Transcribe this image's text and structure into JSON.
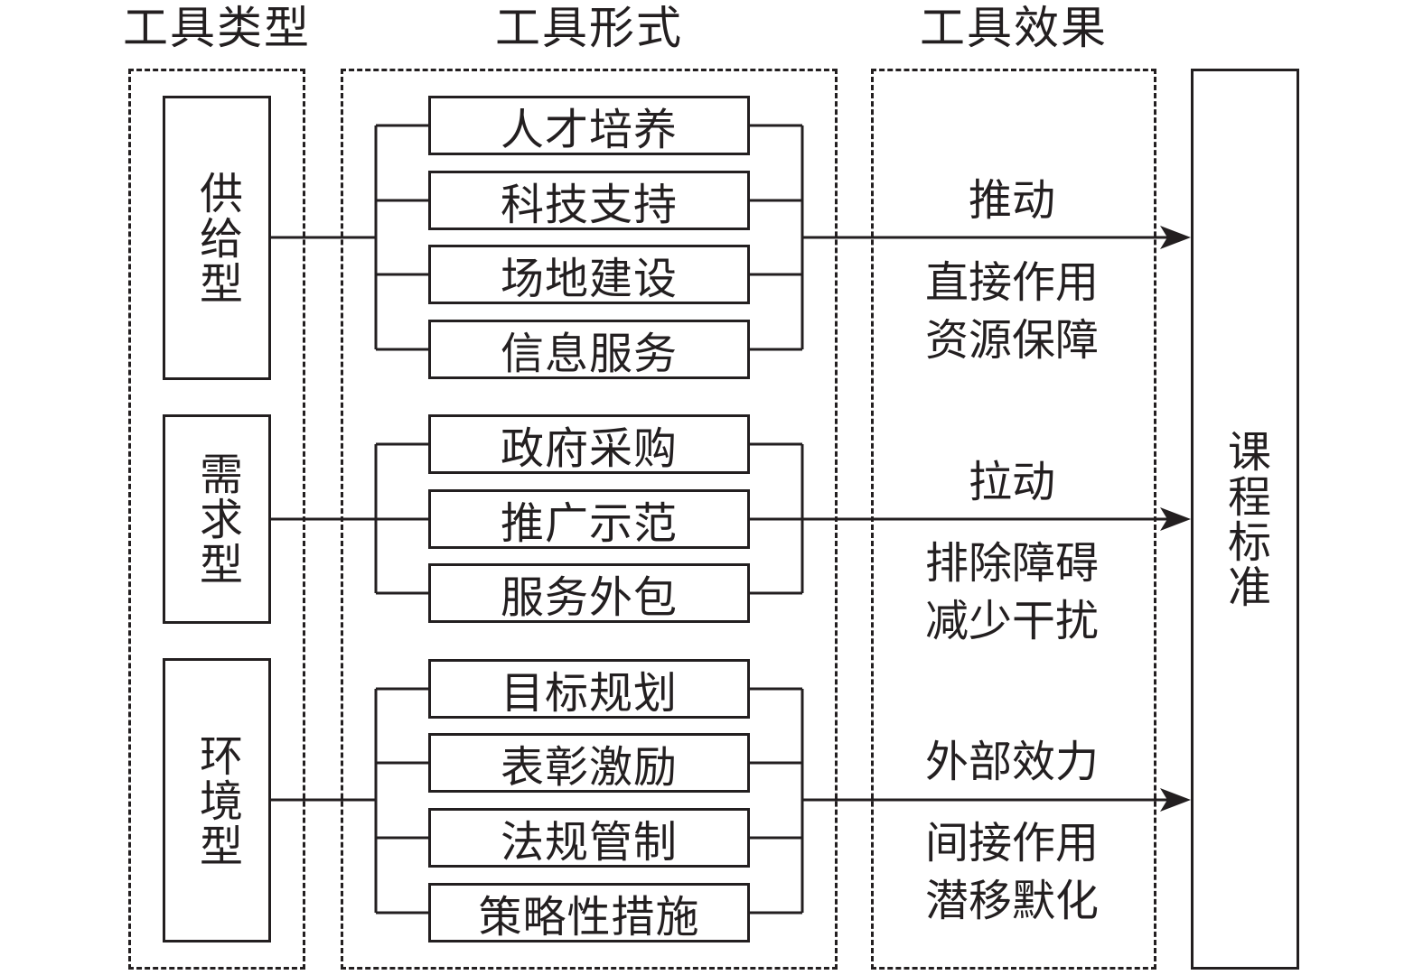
{
  "headers": {
    "type": "工具类型",
    "form": "工具形式",
    "effect": "工具效果"
  },
  "types": [
    {
      "label": "供给型",
      "forms": [
        "人才培养",
        "科技支持",
        "场地建设",
        "信息服务"
      ],
      "effect_main": "推动",
      "effect_sub": [
        "直接作用",
        "资源保障"
      ]
    },
    {
      "label": "需求型",
      "forms": [
        "政府采购",
        "推广示范",
        "服务外包"
      ],
      "effect_main": "拉动",
      "effect_sub": [
        "排除障碍",
        "减少干扰"
      ]
    },
    {
      "label": "环境型",
      "forms": [
        "目标规划",
        "表彰激励",
        "法规管制",
        "策略性措施"
      ],
      "effect_main": "外部效力",
      "effect_sub": [
        "间接作用",
        "潜移默化"
      ]
    }
  ],
  "target": "课程标准",
  "colors": {
    "line": "#231f20",
    "background": "#ffffff"
  }
}
